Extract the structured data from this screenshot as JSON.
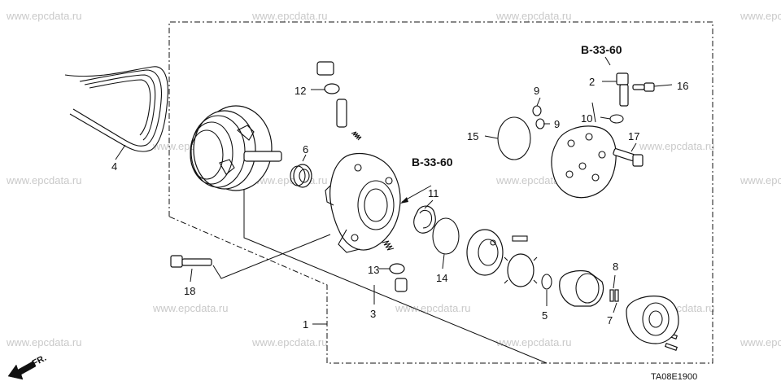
{
  "watermark": "www.epcdata.ru",
  "diagram_code": "TA08E1900",
  "direction_label": "FR.",
  "references": {
    "upper": "B-33-60",
    "middle": "B-33-60"
  },
  "callouts": {
    "c1": "1",
    "c2": "2",
    "c3": "3",
    "c4": "4",
    "c5": "5",
    "c6": "6",
    "c7": "7",
    "c8": "8",
    "c9a": "9",
    "c9b": "9",
    "c10": "10",
    "c11": "11",
    "c12": "12",
    "c13": "13",
    "c14": "14",
    "c15": "15",
    "c16": "16",
    "c17": "17",
    "c18": "18"
  }
}
